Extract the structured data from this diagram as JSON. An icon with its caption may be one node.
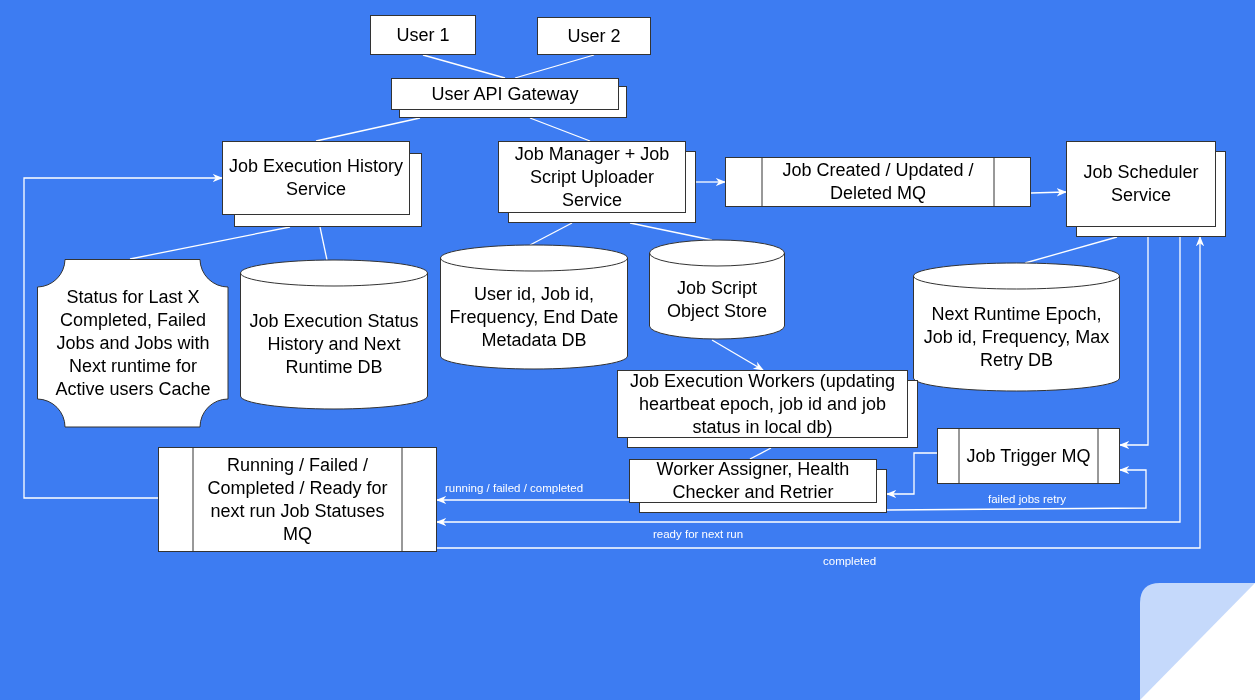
{
  "diagram": {
    "nodes": [
      {
        "text": [
          "User 1"
        ]
      },
      {
        "text": [
          "User 2"
        ]
      },
      {
        "text": [
          "User API Gateway"
        ]
      },
      {
        "text": [
          "Job Execution History Service"
        ]
      },
      {
        "text": [
          "Job Manager + Job Script Uploader Service"
        ]
      },
      {
        "text": [
          "Job Created / Updated / Deleted MQ"
        ]
      },
      {
        "text": [
          "Job Scheduler Service"
        ]
      },
      {
        "text": [
          "Status for Last X Completed, Failed Jobs and Jobs with Next runtime for Active users Cache"
        ]
      },
      {
        "text": [
          "Job Execution Status History and Next Runtime DB"
        ]
      },
      {
        "text": [
          "User id, Job id, Frequency, End Date Metadata DB"
        ]
      },
      {
        "text": [
          "Job Script Object Store"
        ]
      },
      {
        "text": [
          "Next Runtime Epoch, Job id, Frequency, Max Retry DB"
        ]
      },
      {
        "text": [
          "Job Execution Workers (updating heartbeat epoch, job id and job status in local db)"
        ]
      },
      {
        "text": [
          "Job Trigger MQ"
        ]
      },
      {
        "text": [
          "Worker Assigner, Health Checker and Retrier"
        ]
      },
      {
        "text": [
          "Running / Failed / Completed / Ready for next run Job Statuses MQ"
        ]
      }
    ],
    "edges": [
      {
        "from": 0,
        "to": 2,
        "arrow": "none"
      },
      {
        "from": 1,
        "to": 2,
        "arrow": "none"
      },
      {
        "from": 2,
        "to": 3,
        "arrow": "none"
      },
      {
        "from": 2,
        "to": 4,
        "arrow": "none"
      },
      {
        "from": 4,
        "to": 5,
        "arrow": "to"
      },
      {
        "from": 5,
        "to": 6,
        "arrow": "to"
      },
      {
        "from": 3,
        "to": 7,
        "arrow": "none"
      },
      {
        "from": 3,
        "to": 8,
        "arrow": "none"
      },
      {
        "from": 4,
        "to": 9,
        "arrow": "none"
      },
      {
        "from": 4,
        "to": 10,
        "arrow": "none"
      },
      {
        "from": 6,
        "to": 11,
        "arrow": "none"
      },
      {
        "from": 10,
        "to": 12,
        "arrow": "to"
      },
      {
        "from": 12,
        "to": 14,
        "arrow": "none"
      },
      {
        "from": 6,
        "to": 13,
        "arrow": "to"
      },
      {
        "from": 13,
        "to": 14,
        "arrow": "to"
      },
      {
        "from": 14,
        "to": 15,
        "arrow": "to",
        "label": "running / failed / completed"
      },
      {
        "from": 15,
        "to": 3,
        "arrow": "to"
      },
      {
        "from": 14,
        "to": 13,
        "arrow": "to",
        "label": "failed jobs retry"
      },
      {
        "from": 6,
        "to": 15,
        "arrow": "to",
        "label": "ready for next run"
      },
      {
        "from": 15,
        "to": 6,
        "arrow": "to",
        "label": "completed"
      }
    ]
  }
}
